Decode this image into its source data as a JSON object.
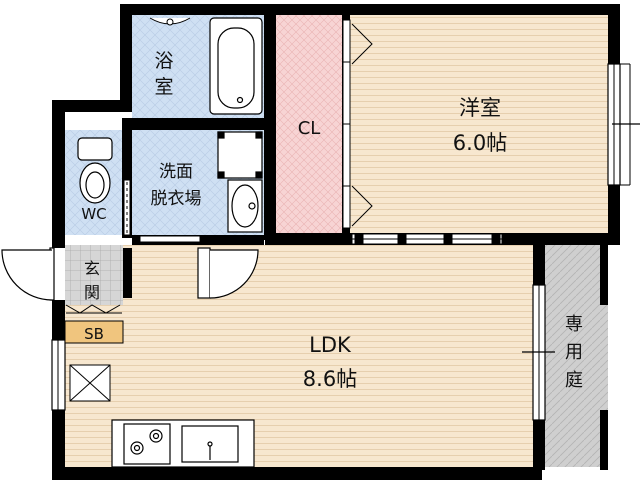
{
  "rooms": {
    "bath": {
      "line1": "浴",
      "line2": "室"
    },
    "washroom": {
      "line1": "洗面",
      "line2": "脱衣場"
    },
    "toilet": {
      "label": "WC"
    },
    "closet": {
      "label": "CL"
    },
    "western_room": {
      "name": "洋室",
      "size": "6.0帖"
    },
    "entrance": {
      "line1": "玄",
      "line2": "関"
    },
    "shoe_box": {
      "label": "SB"
    },
    "ldk": {
      "name": "LDK",
      "size": "8.6帖"
    },
    "garden": {
      "line1": "専",
      "line2": "用",
      "line3": "庭"
    }
  },
  "colors": {
    "wall": "#000000",
    "floor_wood": "#f7e7cf",
    "tile_blue": "#cfe0f3",
    "closet_pink": "#f7d4d4",
    "garden_gray": "#cfcfcf",
    "shoe_box_tan": "#f0c57e"
  }
}
